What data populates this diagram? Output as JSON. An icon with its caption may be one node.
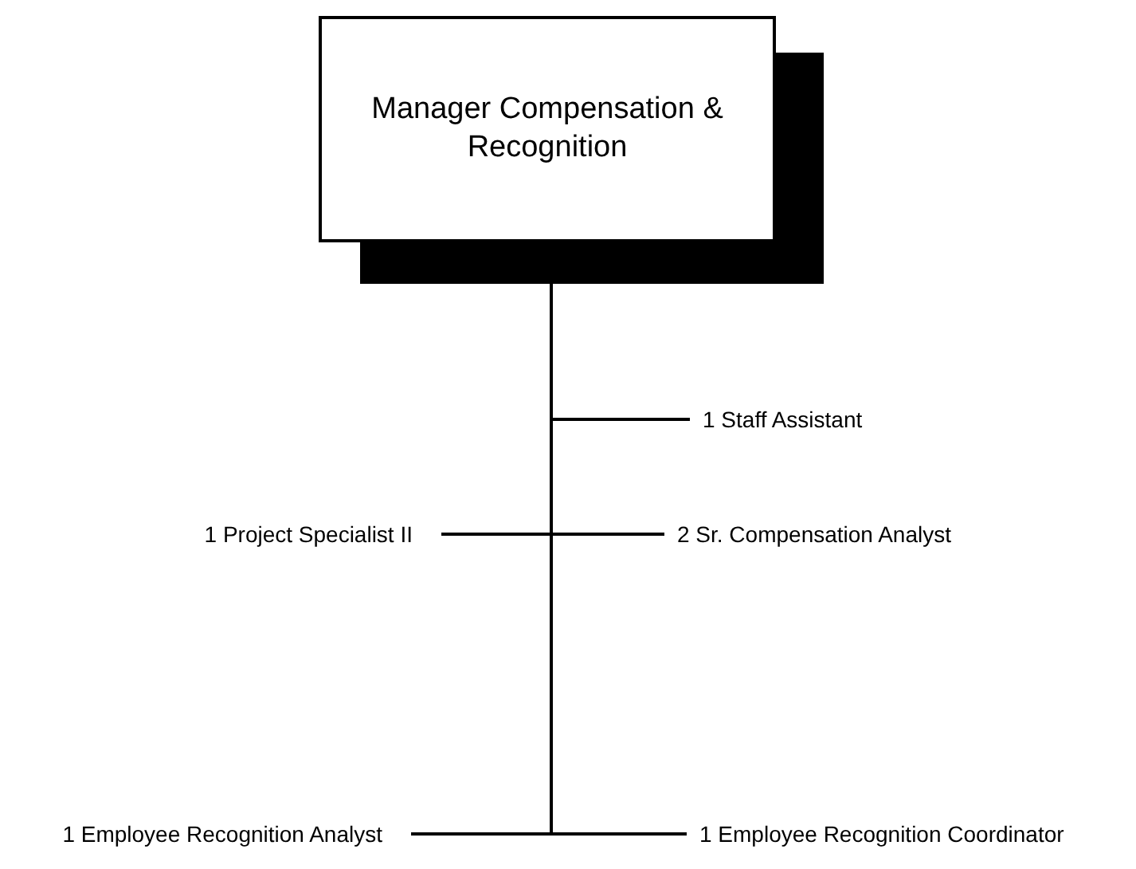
{
  "diagram": {
    "nodes": [
      {
        "text": [
          "Manager Compensation & Recognition"
        ]
      },
      {
        "text": [
          "1 Staff Assistant"
        ]
      },
      {
        "text": [
          "1 Project Specialist II"
        ]
      },
      {
        "text": [
          "2 Sr. Compensation Analyst"
        ]
      },
      {
        "text": [
          "1 Employee Recognition Analyst"
        ]
      },
      {
        "text": [
          "1 Employee Recognition Coordinator"
        ]
      }
    ],
    "edges": [
      {
        "from": 0,
        "to": 1,
        "arrow": "none"
      },
      {
        "from": 0,
        "to": 2,
        "arrow": "none"
      },
      {
        "from": 0,
        "to": 3,
        "arrow": "none"
      },
      {
        "from": 0,
        "to": 4,
        "arrow": "none"
      },
      {
        "from": 0,
        "to": 5,
        "arrow": "none"
      }
    ]
  }
}
